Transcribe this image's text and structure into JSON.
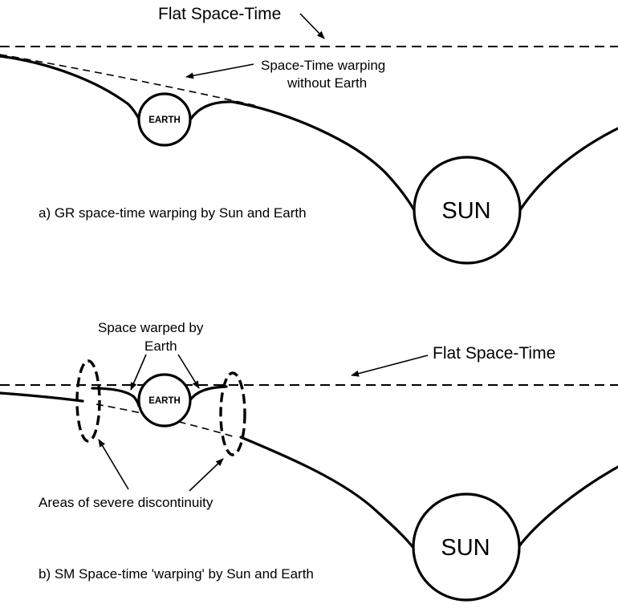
{
  "panel_a": {
    "flat_label": "Flat Space-Time",
    "warp_label_line1": "Space-Time warping",
    "warp_label_line2": "without Earth",
    "earth_label": "EARTH",
    "sun_label": "SUN",
    "caption": "a)  GR space-time warping by Sun and Earth"
  },
  "panel_b": {
    "space_warped_line1": "Space warped by",
    "space_warped_line2": "Earth",
    "flat_label": "Flat Space-Time",
    "earth_label": "EARTH",
    "sun_label": "SUN",
    "discontinuity_label": "Areas of severe discontinuity",
    "caption": "b)  SM Space-time 'warping' by Sun and Earth"
  }
}
